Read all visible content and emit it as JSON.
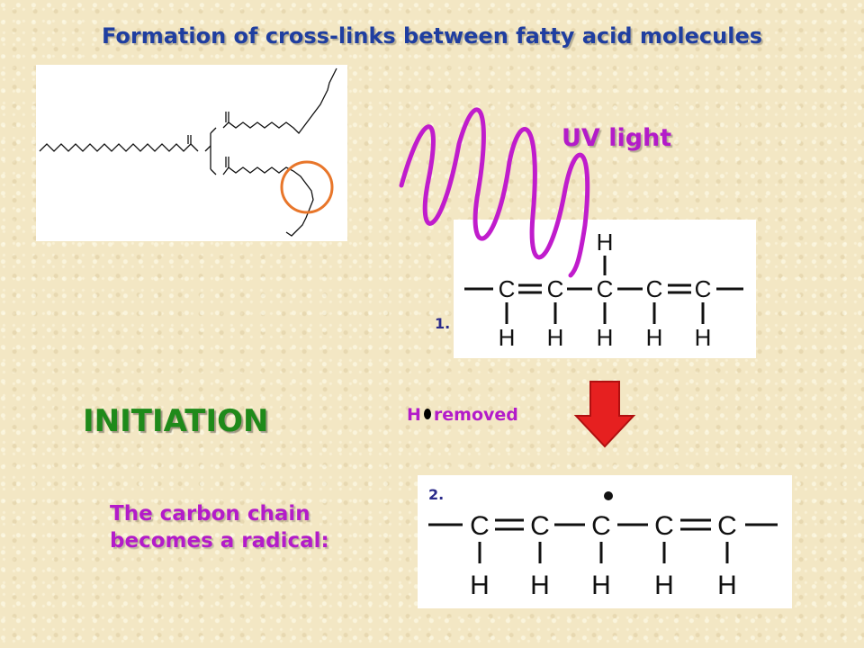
{
  "title": "Formation of cross-links between fatty acid molecules",
  "uv_label": "UV light",
  "stage_label": "INITIATION",
  "description": "The carbon chain becomes a radical:",
  "removed_label": {
    "atom": "H",
    "text": "removed"
  },
  "step1_label": "1.",
  "step2_label": "2.",
  "chain1": {
    "carbons": [
      "C",
      "C",
      "C",
      "C",
      "C"
    ],
    "top_h": "H",
    "bottom_h": [
      "H",
      "H",
      "H",
      "H",
      "H"
    ]
  },
  "chain2": {
    "carbons": [
      "C",
      "C",
      "C",
      "C",
      "C"
    ],
    "bottom_h": [
      "H",
      "H",
      "H",
      "H",
      "H"
    ]
  },
  "colors": {
    "title": "#1f3ea0",
    "uv": "#b31bc9",
    "initiation": "#1f8a1a",
    "arrow": "#e62020",
    "circle": "#e8762a",
    "wave": "#c01ccc"
  }
}
